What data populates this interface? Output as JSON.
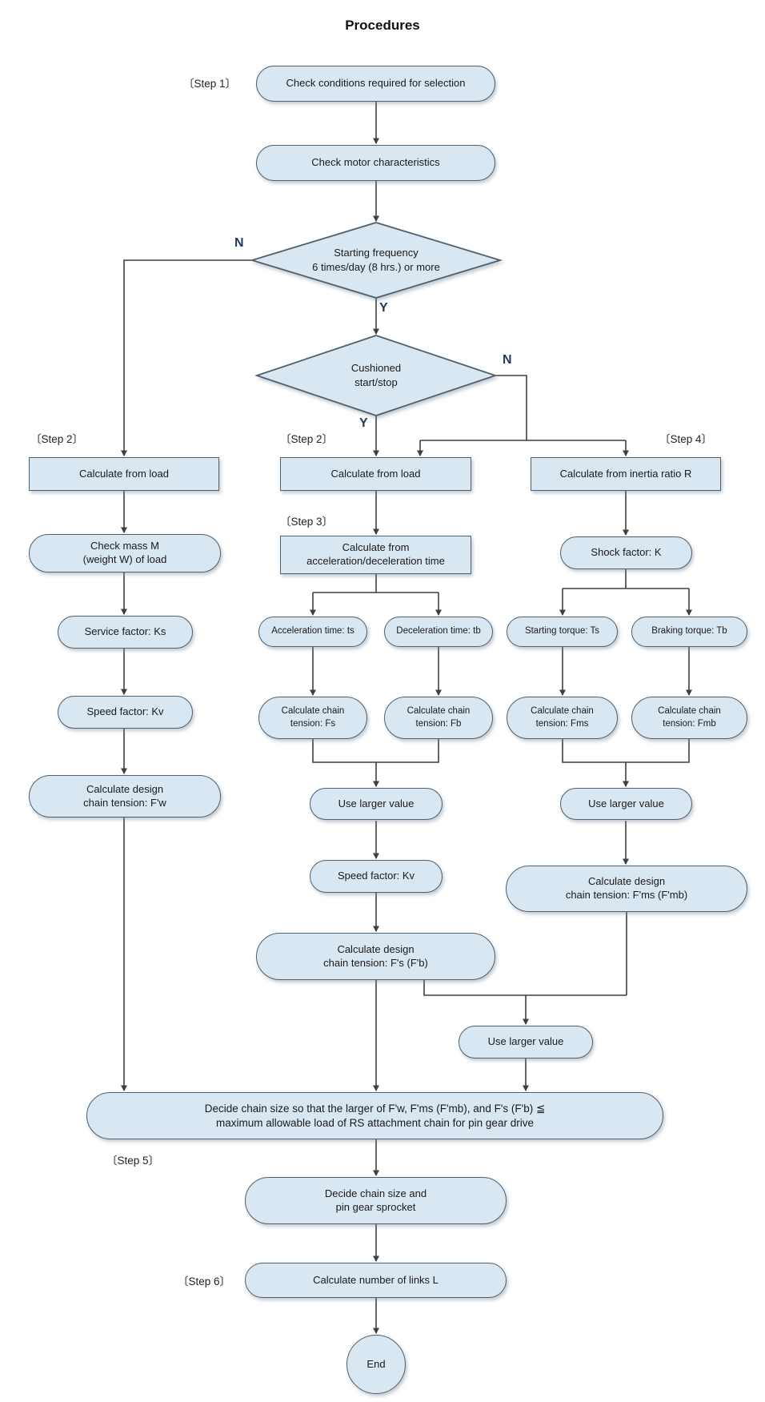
{
  "title": "Procedures",
  "colors": {
    "node_fill": "#d9e7f3",
    "node_border": "#51606d",
    "connector_line": "#3f3f3f",
    "branch_label": "#1f3b5c",
    "background": "#ffffff"
  },
  "branch_labels": {
    "no_top": "N",
    "yes_top": "Y",
    "yes_mid": "Y",
    "no_mid": "N"
  },
  "step_labels": {
    "step1": "〔Step 1〕",
    "step2_left": "〔Step 2〕",
    "step2_mid": "〔Step 2〕",
    "step3": "〔Step 3〕",
    "step4": "〔Step 4〕",
    "step5": "〔Step 5〕",
    "step6": "〔Step 6〕"
  },
  "nodes": {
    "check_conditions": {
      "line1": "Check conditions required for selection"
    },
    "check_motor": {
      "line1": "Check motor characteristics"
    },
    "starting_frequency": {
      "line1": "Starting frequency",
      "line2": "6 times/day (8 hrs.) or more"
    },
    "cushioned": {
      "line1": "Cushioned",
      "line2": "start/stop"
    },
    "calc_load_left": {
      "line1": "Calculate from load"
    },
    "check_mass": {
      "line1": "Check mass M",
      "line2": "(weight W) of load"
    },
    "service_factor": {
      "line1": "Service factor: Ks"
    },
    "speed_factor_left": {
      "line1": "Speed factor: Kv"
    },
    "design_tension_fw": {
      "line1": "Calculate design",
      "line2": "chain tension: F'w"
    },
    "calc_load_mid": {
      "line1": "Calculate from load"
    },
    "calc_accel_decel": {
      "line1": "Calculate from",
      "line2": "acceleration/deceleration time"
    },
    "accel_time": {
      "line1": "Acceleration time: ts"
    },
    "decel_time": {
      "line1": "Deceleration time: tb"
    },
    "tension_fs": {
      "line1": "Calculate chain",
      "line2": "tension: Fs"
    },
    "tension_fb": {
      "line1": "Calculate chain",
      "line2": "tension: Fb"
    },
    "larger_mid": {
      "line1": "Use larger value"
    },
    "speed_factor_mid": {
      "line1": "Speed factor: Kv"
    },
    "design_tension_fs": {
      "line1": "Calculate design",
      "line2": "chain tension: F's (F'b)"
    },
    "calc_inertia": {
      "line1": "Calculate from inertia ratio R"
    },
    "shock_factor": {
      "line1": "Shock factor: K"
    },
    "starting_torque": {
      "line1": "Starting torque: Ts"
    },
    "braking_torque": {
      "line1": "Braking torque: Tb"
    },
    "tension_fms": {
      "line1": "Calculate chain",
      "line2": "tension: Fms"
    },
    "tension_fmb": {
      "line1": "Calculate chain",
      "line2": "tension: Fmb"
    },
    "larger_right": {
      "line1": "Use larger value"
    },
    "design_tension_fms": {
      "line1": "Calculate design",
      "line2": "chain tension: F'ms (F'mb)"
    },
    "larger_bottom": {
      "line1": "Use larger value"
    },
    "decide_size": {
      "line1": "Decide chain size so that the larger of F'w, F'ms (F'mb), and F's (F'b) ≦",
      "line2": "maximum allowable load of RS attachment chain for pin gear drive"
    },
    "decide_sprocket": {
      "line1": "Decide chain size and",
      "line2": "pin gear sprocket"
    },
    "calc_links": {
      "line1": "Calculate number of links L"
    },
    "end": {
      "line1": "End"
    }
  }
}
